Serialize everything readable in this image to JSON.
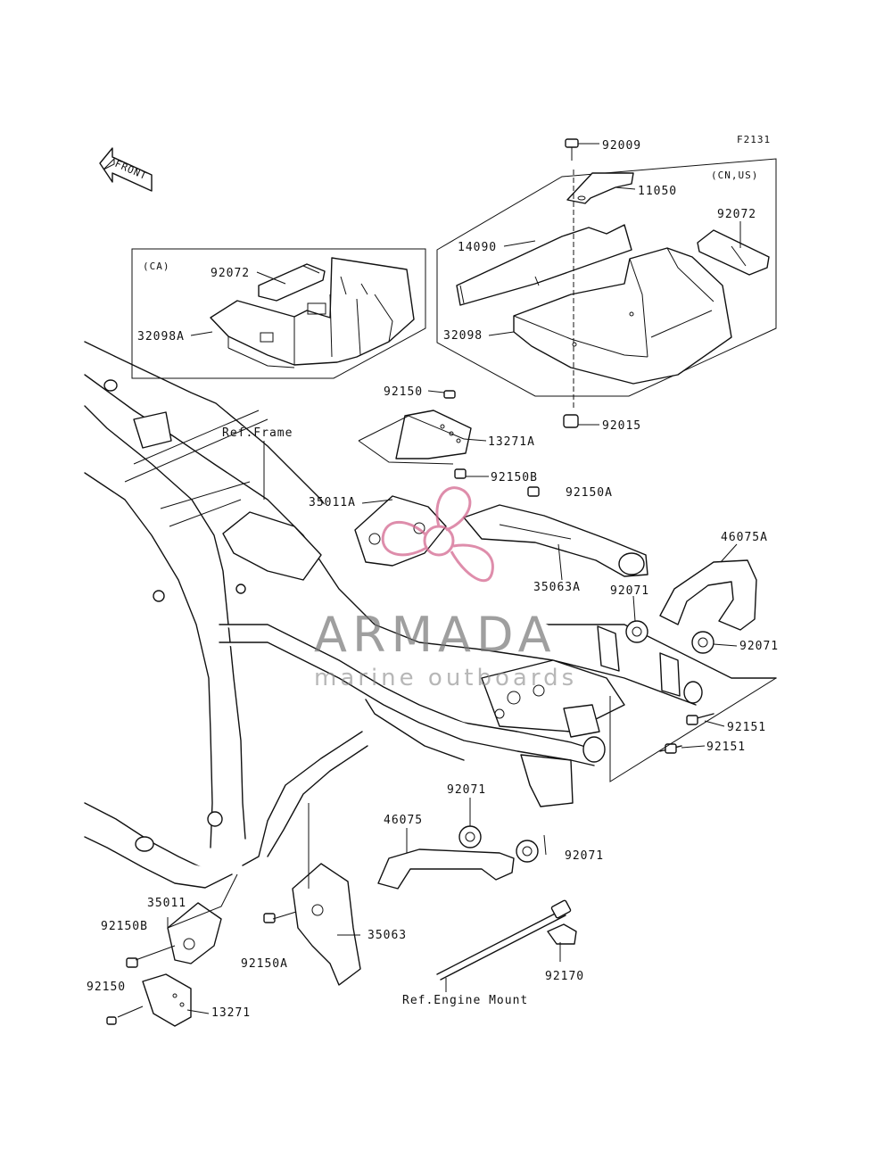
{
  "figure_code": "F2131",
  "front_arrow": {
    "label": "FRONT"
  },
  "boxes": {
    "ca": {
      "label": "(CA)"
    },
    "cn_us": {
      "label": "(CN,US)"
    }
  },
  "refs": {
    "frame": "Ref.Frame",
    "engine_mount": "Ref.Engine Mount"
  },
  "parts": [
    "92009",
    "11050",
    "92072",
    "14090",
    "32098",
    "92072",
    "32098A",
    "92150",
    "92015",
    "13271A",
    "92150B",
    "35011A",
    "92150A",
    "46075A",
    "35063A",
    "92071",
    "92071",
    "92151",
    "92151",
    "92071",
    "46075",
    "92071",
    "35011",
    "92150B",
    "35063",
    "92150A",
    "92150",
    "13271",
    "92170"
  ],
  "watermark": {
    "title": "ARMADA",
    "subtitle": "marine outboards",
    "color": "#d4678f"
  }
}
